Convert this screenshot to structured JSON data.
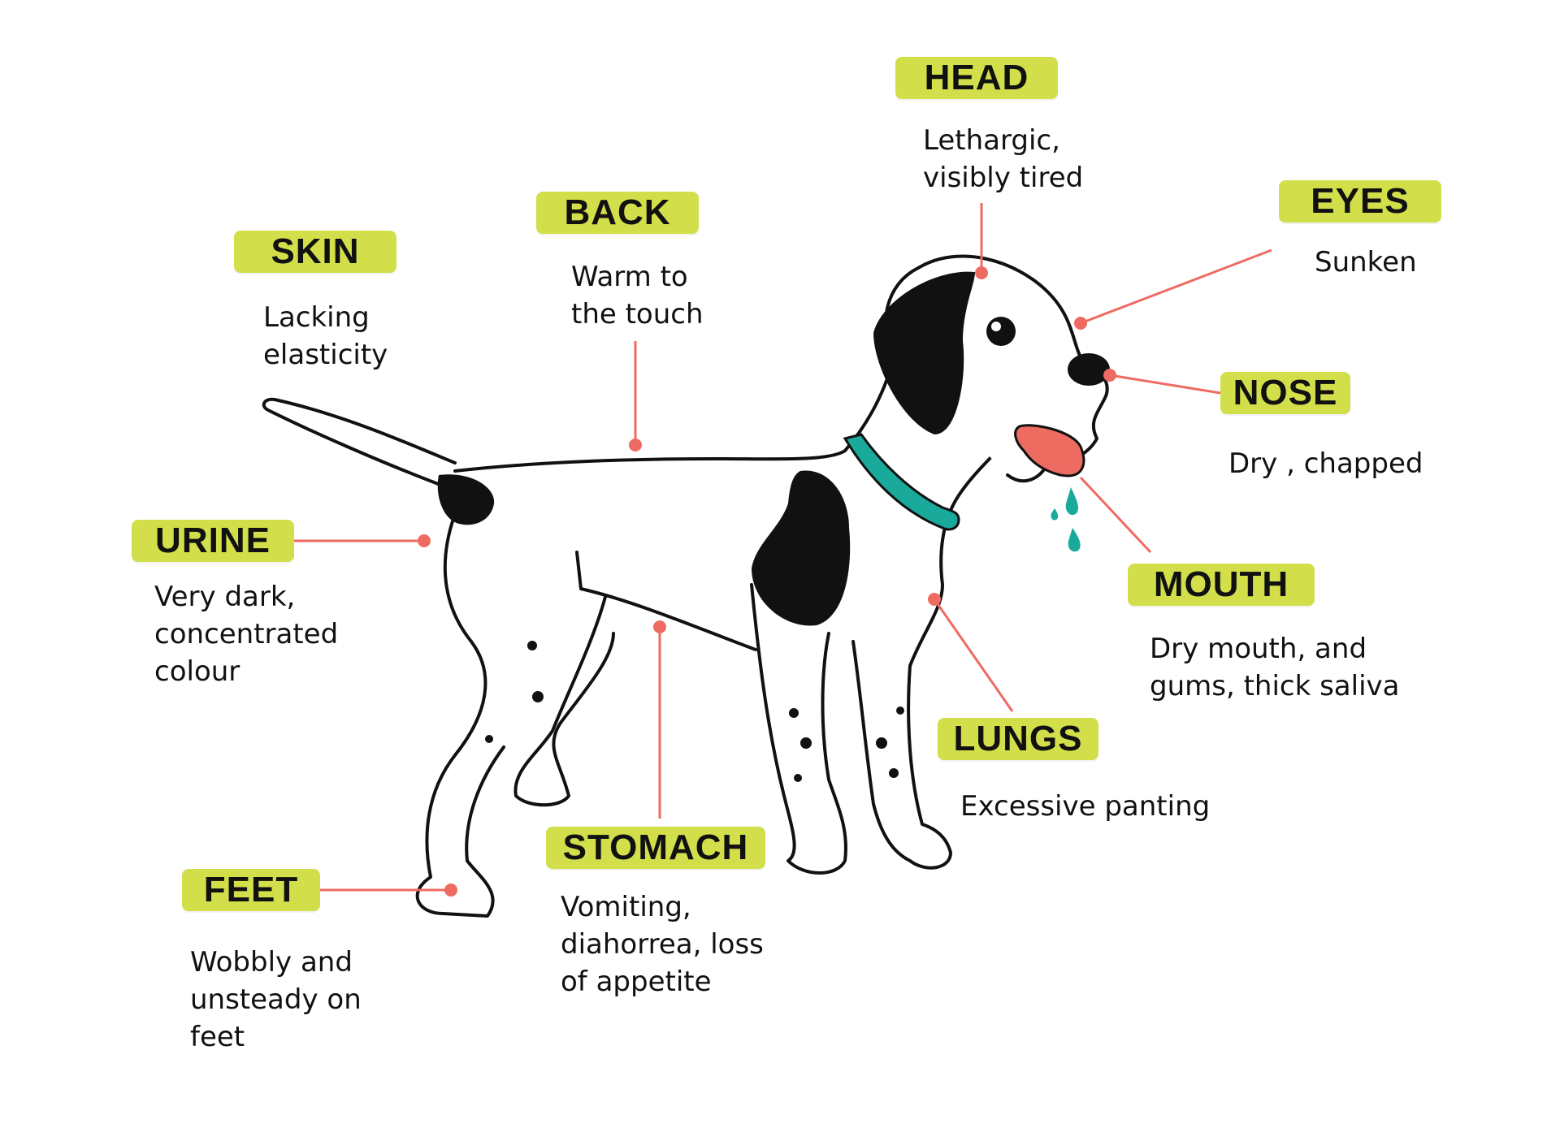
{
  "colors": {
    "label_bg": "#d2df4a",
    "leader_line": "#ee6b62",
    "collar": "#19aa9c",
    "tongue": "#ee6b62",
    "drool": "#19aa9c",
    "outline": "#111111"
  },
  "callouts": {
    "head": {
      "title": "HEAD",
      "lines": [
        "Lethargic,",
        "visibly tired"
      ]
    },
    "eyes": {
      "title": "EYES",
      "lines": [
        "Sunken"
      ]
    },
    "back": {
      "title": "BACK",
      "lines": [
        "Warm to",
        "the touch"
      ]
    },
    "skin": {
      "title": "SKIN",
      "lines": [
        "Lacking",
        "elasticity"
      ]
    },
    "nose": {
      "title": "NOSE",
      "lines": [
        "Dry , chapped"
      ]
    },
    "urine": {
      "title": "URINE",
      "lines": [
        "Very dark,",
        "concentrated",
        "colour"
      ]
    },
    "mouth": {
      "title": "MOUTH",
      "lines": [
        "Dry mouth, and",
        "gums, thick saliva"
      ]
    },
    "lungs": {
      "title": "LUNGS",
      "lines": [
        "Excessive panting"
      ]
    },
    "stomach": {
      "title": "STOMACH",
      "lines": [
        "Vomiting,",
        "diahorrea, loss",
        "of appetite"
      ]
    },
    "feet": {
      "title": "FEET",
      "lines": [
        "Wobbly and",
        "unsteady on",
        "feet"
      ]
    }
  }
}
